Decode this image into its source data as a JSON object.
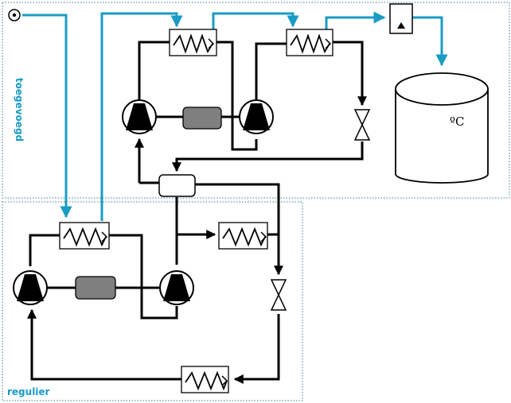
{
  "labels": {
    "added_section": "toegevoegd",
    "regular_section": "regulier",
    "tank_temperature": "ºC"
  },
  "colors": {
    "water_line": "#1a9cc4",
    "refrigerant_line": "#000000",
    "frame": "#3a7f91",
    "compressor": "#000000",
    "motor": "#7f7f7f"
  },
  "icons": {
    "inlet": "inlet-circle-icon",
    "pump": "pump-box-icon",
    "compressor": "compressor-icon",
    "motor": "motor-icon",
    "heat_exchanger": "heat-exchanger-icon",
    "expansion_valve": "expansion-valve-icon",
    "receiver": "receiver-icon",
    "tank": "storage-tank-icon"
  }
}
